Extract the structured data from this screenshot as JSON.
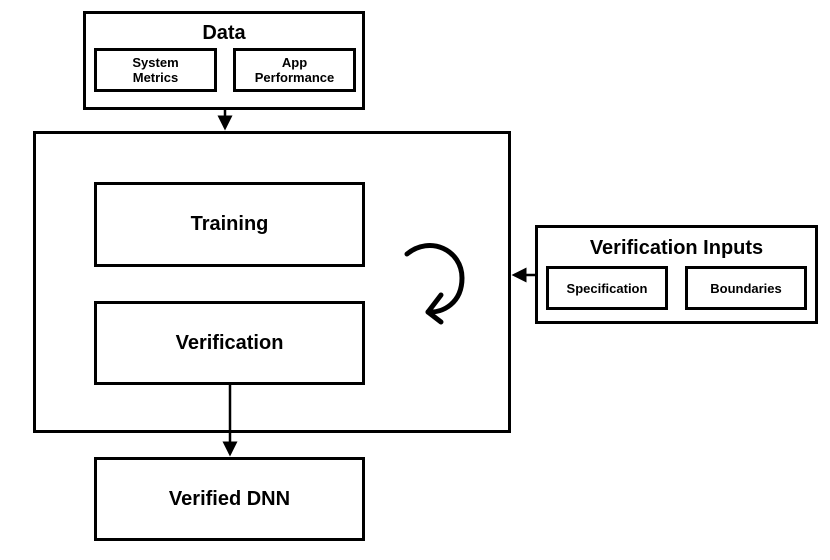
{
  "data_box": {
    "title": "Data",
    "items": [
      "System Metrics",
      "App Performance"
    ]
  },
  "stages": {
    "training": "Training",
    "verification": "Verification"
  },
  "output": "Verified DNN",
  "inputs_box": {
    "title": "Verification Inputs",
    "items": [
      "Specification",
      "Boundaries"
    ]
  }
}
